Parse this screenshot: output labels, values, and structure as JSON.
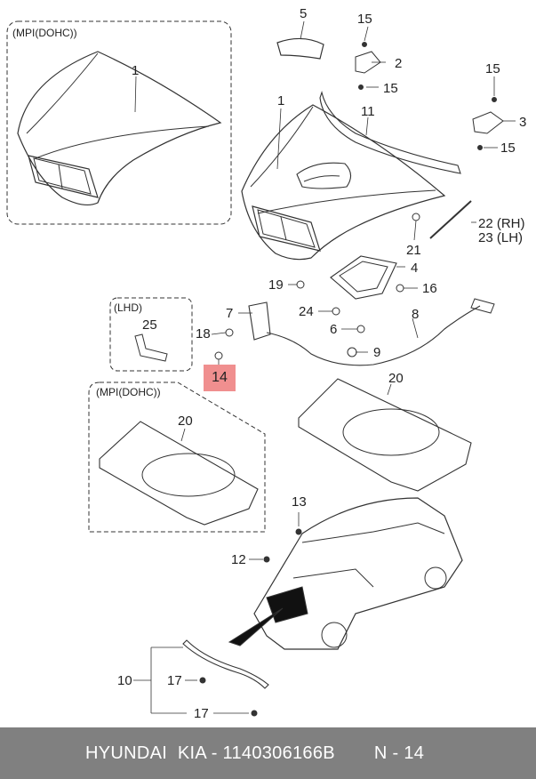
{
  "groups": {
    "hood_variant": "(MPI(DOHC))",
    "lhd": "(LHD)",
    "insulator_variant": "(MPI(DOHC))"
  },
  "callouts": {
    "c1a": "1",
    "c1b": "1",
    "c2": "2",
    "c3": "3",
    "c4": "4",
    "c5": "5",
    "c6": "6",
    "c7": "7",
    "c8": "8",
    "c9": "9",
    "c10": "10",
    "c11": "11",
    "c12": "12",
    "c13": "13",
    "c15a": "15",
    "c15b": "15",
    "c15c": "15",
    "c15d": "15",
    "c16": "16",
    "c17a": "17",
    "c17b": "17",
    "c18": "18",
    "c19": "19",
    "c20a": "20",
    "c20b": "20",
    "c21": "21",
    "c22": "22 (RH)",
    "c23": "23 (LH)",
    "c24": "24",
    "c25": "25"
  },
  "highlighted_part": "14",
  "footer": {
    "catalog": "HYUNDAI  KIA - 1140306166B",
    "page": "N - 14"
  }
}
